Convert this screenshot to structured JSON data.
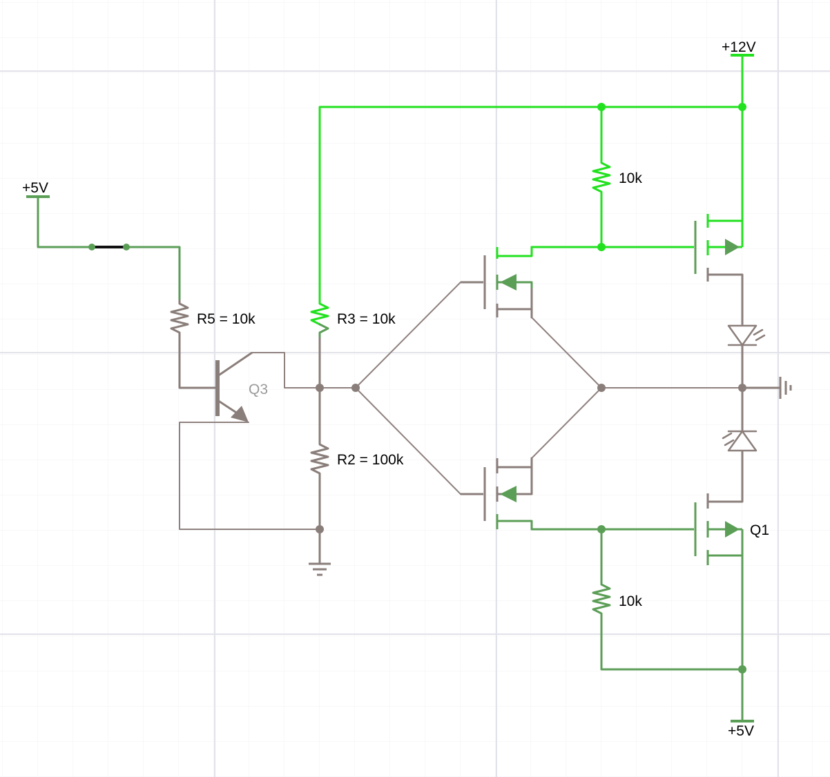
{
  "colors": {
    "bright": "#22e11f",
    "green": "#5b9e56",
    "gray": "#8a7e7a",
    "thin": "#8e817e",
    "black": "#111111",
    "grid_fine": "#f1f1f4",
    "grid_major": "#e2e2ea"
  },
  "labels": {
    "supply_12v": "+12V",
    "supply_5v_left": "+5V",
    "supply_5v_bottom": "+5V",
    "r5": "R5 = 10k",
    "r3": "R3 = 10k",
    "r2": "R2 = 100k",
    "r_top": "10k",
    "r_bottom": "10k",
    "q3": "Q3",
    "q1": "Q1"
  }
}
